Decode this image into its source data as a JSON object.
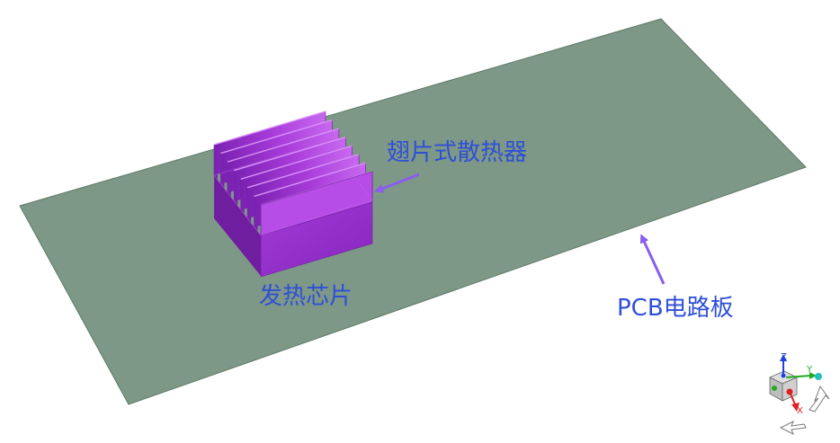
{
  "labels": {
    "heatsink": "翅片式散热器",
    "chip": "发热芯片",
    "pcb": "PCB电路板"
  },
  "axes": {
    "x": "X",
    "y": "Y",
    "z": "Z"
  },
  "colors": {
    "pcb_fill": "#7d9886",
    "pcb_edge": "#5f7a68",
    "heatsink_fill": "#9a2fd0",
    "heatsink_light": "#c868f0",
    "heatsink_dark": "#6f1ea0",
    "label_text": "#2f4fd6",
    "arrow": "#8a5cf0",
    "axis_x": "#e02020",
    "axis_y": "#22aa22",
    "axis_z": "#2040e0"
  },
  "icons": {
    "view_cube": "view-cube-icon",
    "rotate": "rotate-arrow-icon"
  }
}
